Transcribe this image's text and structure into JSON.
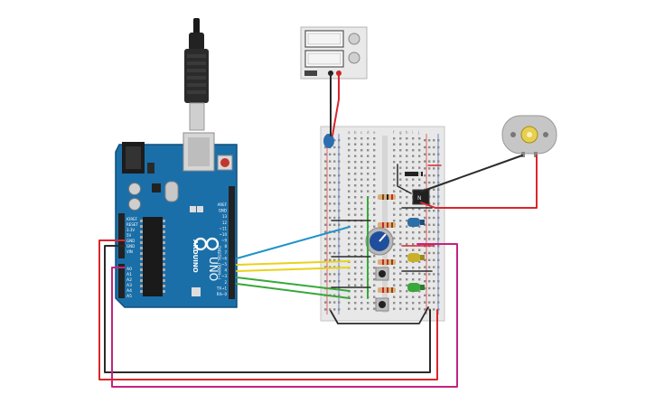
{
  "arduino": {
    "brand": "ARDUINO",
    "model": "UNO",
    "power_header_labels": [
      "IOREF",
      "RESET",
      "3.3V",
      "5V",
      "GND",
      "GND",
      "VIN"
    ],
    "analog_header_labels": [
      "A0",
      "A1",
      "A2",
      "A3",
      "A4",
      "A5"
    ],
    "digital_header_labels": [
      "AREF",
      "GND",
      "13",
      "12",
      "~11",
      "~10",
      "~9",
      "8",
      "7",
      "~6",
      "~5",
      "4",
      "~3",
      "2",
      "TX→1",
      "RX←0"
    ],
    "digital_section_label": "DIGITAL (PWM~)"
  },
  "breadboard": {
    "column_letters": [
      "a",
      "b",
      "c",
      "d",
      "e",
      "f",
      "g",
      "h",
      "i",
      "j"
    ]
  },
  "colors": {
    "board_blue": "#1b6fa8",
    "board_dark": "#145a8a",
    "wire_red": "#d9262c",
    "wire_black": "#2a2a2a",
    "wire_magenta": "#c2247f",
    "wire_yellow": "#e8d21a",
    "wire_green": "#38a83b",
    "wire_blue": "#1f93c7",
    "led_blue": "#2b6fa6",
    "led_yellow": "#c9b02a",
    "led_green": "#3aa83c",
    "pot_blue": "#1f4f9c"
  },
  "icons": [
    "usb-plug-icon",
    "reset-button-icon",
    "power-supply-icon",
    "dc-motor-icon",
    "potentiometer-icon",
    "pushbutton-icon"
  ]
}
